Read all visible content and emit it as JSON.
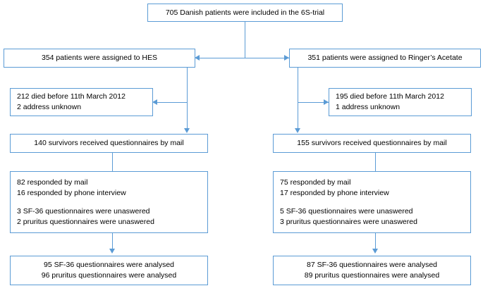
{
  "diagram": {
    "title": "6S-trial Danish patients questionnaire follow-up flow diagram",
    "type": "flowchart",
    "accent_color": "#5B9BD5",
    "box_fill": "#FFFFFF",
    "text_color": "#000000"
  },
  "nodes": {
    "enrollment": {
      "label": "705 Danish patients were included in the 6S-trial"
    },
    "allocation_hes": {
      "label": "354 patients were assigned to HES"
    },
    "allocation_ringer": {
      "label": "351 patients were assigned to Ringer’s Acetate"
    },
    "excluded_hes": {
      "line1": "212 died before 11th March 2012",
      "line2": "2 address  unknown"
    },
    "excluded_ringer": {
      "line1": "195 died before 11th March 2012",
      "line2": "1 address  unknown"
    },
    "survivors_hes": {
      "label": "140 survivors received questionnaires by mail"
    },
    "survivors_ringer": {
      "label": "155 survivors received questionnaires by mail"
    },
    "responses_hes": {
      "line1": "82 responded by mail",
      "line2": "16 responded by phone interview",
      "line3": "3 SF-36 questionnaires were unaswered",
      "line4": "2 pruritus questionnaires were unaswered"
    },
    "responses_ringer": {
      "line1": "75 responded by mail",
      "line2": "17 responded by phone interview",
      "line3": "5 SF-36 questionnaires were unaswered",
      "line4": "3 pruritus questionnaires were unaswered"
    },
    "analysed_hes": {
      "line1": "95 SF-36 questionnaires were analysed",
      "line2": "96 pruritus questionnaires were analysed"
    },
    "analysed_ringer": {
      "line1": "87 SF-36 questionnaires were analysed",
      "line2": "89 pruritus questionnaires were analysed"
    }
  },
  "connectors": [
    {
      "name": "enrollment-to-split",
      "from": "enrollment",
      "to": "allocation-split",
      "arrow": "none"
    },
    {
      "name": "split-to-allocation-hes",
      "from": "allocation-split",
      "to": "allocation_hes",
      "arrow": "left"
    },
    {
      "name": "split-to-allocation-ringer",
      "from": "allocation-split",
      "to": "allocation_ringer",
      "arrow": "right"
    },
    {
      "name": "allocation-hes-to-excluded",
      "from": "allocation_hes",
      "to": "excluded_hes",
      "arrow": "left"
    },
    {
      "name": "allocation-hes-to-survivors",
      "from": "allocation_hes",
      "to": "survivors_hes",
      "arrow": "down"
    },
    {
      "name": "allocation-ringer-to-excluded",
      "from": "allocation_ringer",
      "to": "excluded_ringer",
      "arrow": "right"
    },
    {
      "name": "allocation-ringer-to-survivors",
      "from": "allocation_ringer",
      "to": "survivors_ringer",
      "arrow": "down"
    },
    {
      "name": "survivors-hes-to-responses",
      "from": "survivors_hes",
      "to": "responses_hes",
      "arrow": "none"
    },
    {
      "name": "survivors-ringer-to-responses",
      "from": "survivors_ringer",
      "to": "responses_ringer",
      "arrow": "none"
    },
    {
      "name": "responses-hes-to-analysed",
      "from": "responses_hes",
      "to": "analysed_hes",
      "arrow": "down"
    },
    {
      "name": "responses-ringer-to-analysed",
      "from": "responses_ringer",
      "to": "analysed_ringer",
      "arrow": "down"
    }
  ]
}
